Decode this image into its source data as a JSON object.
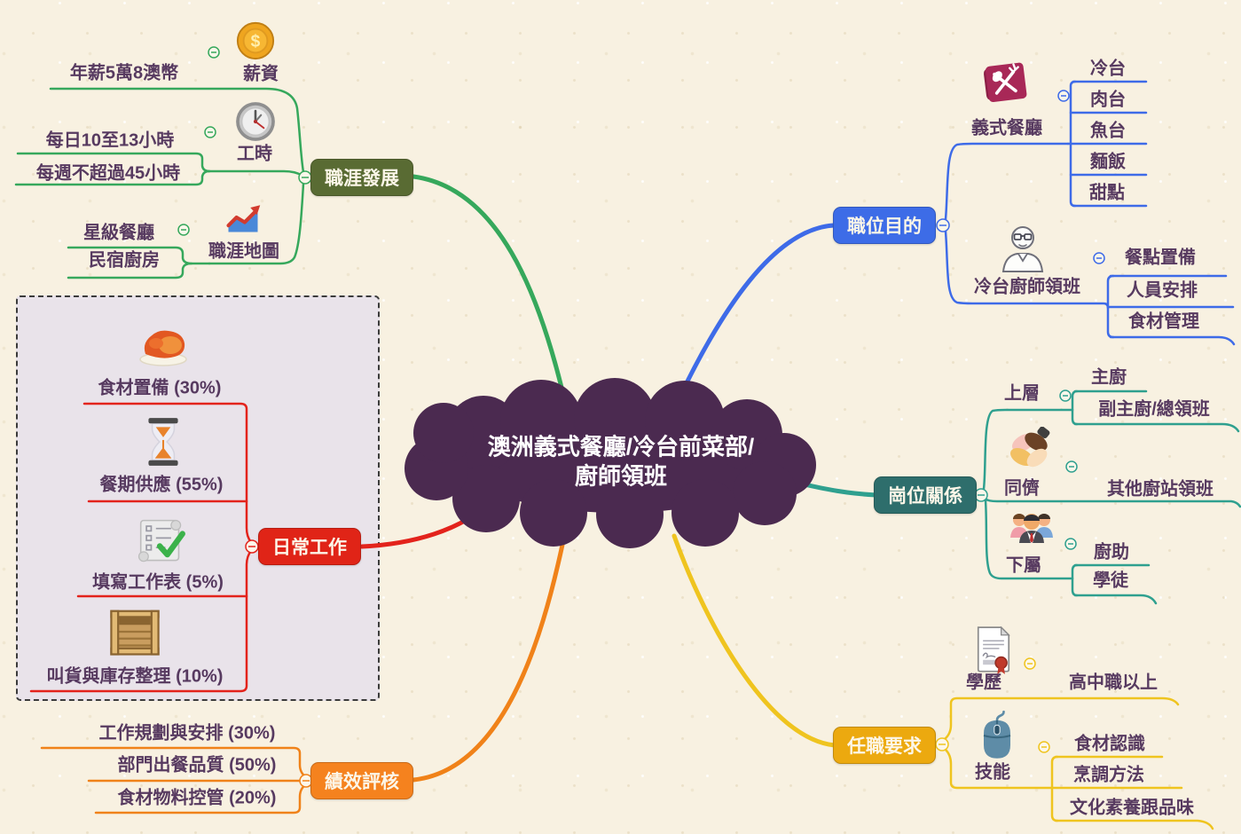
{
  "central": {
    "line1": "澳洲義式餐廳/冷台前菜部/",
    "line2": "廚師領班",
    "fill": "#4B2A50"
  },
  "branches": {
    "career": {
      "label": "職涯發展",
      "color": "#596B33",
      "line_color": "#36A85C",
      "salary": {
        "label": "薪資",
        "icon": "coin-icon",
        "value": "年薪5萬8澳幣"
      },
      "hours": {
        "label": "工時",
        "icon": "clock-icon",
        "daily": "每日10至13小時",
        "weekly": "每週不超過45小時"
      },
      "map": {
        "label": "職涯地圖",
        "icon": "chart-icon",
        "item1": "星級餐廳",
        "item2": "民宿廚房"
      }
    },
    "purpose": {
      "label": "職位目的",
      "color": "#3D6CE7",
      "line_color": "#3E6BE8",
      "restaurant": {
        "label": "義式餐廳",
        "icon": "menu-icon",
        "stations": [
          "冷台",
          "肉台",
          "魚台",
          "麵飯",
          "甜點"
        ]
      },
      "leader": {
        "label": "冷台廚師領班",
        "icon": "chef-icon",
        "duties": [
          "餐點置備",
          "人員安排",
          "食材管理"
        ]
      }
    },
    "relations": {
      "label": "崗位關係",
      "color": "#2E6E6C",
      "line_color": "#2FA08F",
      "upper": {
        "label": "上層",
        "items": [
          "主廚",
          "副主廚/總領班"
        ]
      },
      "peers": {
        "label": "同儕",
        "icon": "hands-icon",
        "items": [
          "其他廚站領班"
        ]
      },
      "subordinates": {
        "label": "下屬",
        "icon": "team-icon",
        "items": [
          "廚助",
          "學徒"
        ]
      }
    },
    "daily": {
      "label": "日常工作",
      "color": "#E02417",
      "line_color": "#E3231C",
      "tasks": [
        {
          "label": "食材置備 (30%)",
          "icon": "chicken-icon"
        },
        {
          "label": "餐期供應 (55%)",
          "icon": "hourglass-icon"
        },
        {
          "label": "填寫工作表 (5%)",
          "icon": "checklist-icon"
        },
        {
          "label": "叫貨與庫存整理 (10%)",
          "icon": "crate-icon"
        }
      ]
    },
    "performance": {
      "label": "績效評核",
      "color": "#F5821E",
      "line_color": "#F08219",
      "items": [
        "工作規劃與安排 (30%)",
        "部門出餐品質 (50%)",
        "食材物料控管 (20%)"
      ]
    },
    "requirements": {
      "label": "任職要求",
      "color": "#ECA90F",
      "line_color": "#EFC41F",
      "education": {
        "label": "學歷",
        "icon": "certificate-icon",
        "value": "高中職以上"
      },
      "skills": {
        "label": "技能",
        "icon": "mouse-icon",
        "items": [
          "食材認識",
          "烹調方法",
          "文化素養跟品味"
        ]
      }
    }
  }
}
